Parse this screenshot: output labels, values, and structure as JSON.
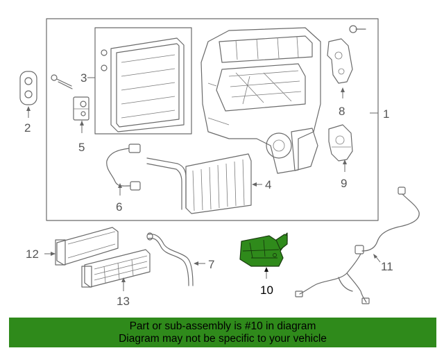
{
  "callouts": {
    "c1": "1",
    "c2": "2",
    "c3": "3",
    "c4": "4",
    "c5": "5",
    "c6": "6",
    "c7": "7",
    "c8": "8",
    "c9": "9",
    "c10": "10",
    "c11": "11",
    "c12": "12",
    "c13": "13"
  },
  "banner": {
    "line1": "Part or sub-assembly is #10 in diagram",
    "line2": "Diagram may not be specific to your vehicle"
  },
  "colors": {
    "highlight": "#2f8a1b",
    "banner": "#2f8a1b",
    "line": "#6a6a6a"
  }
}
